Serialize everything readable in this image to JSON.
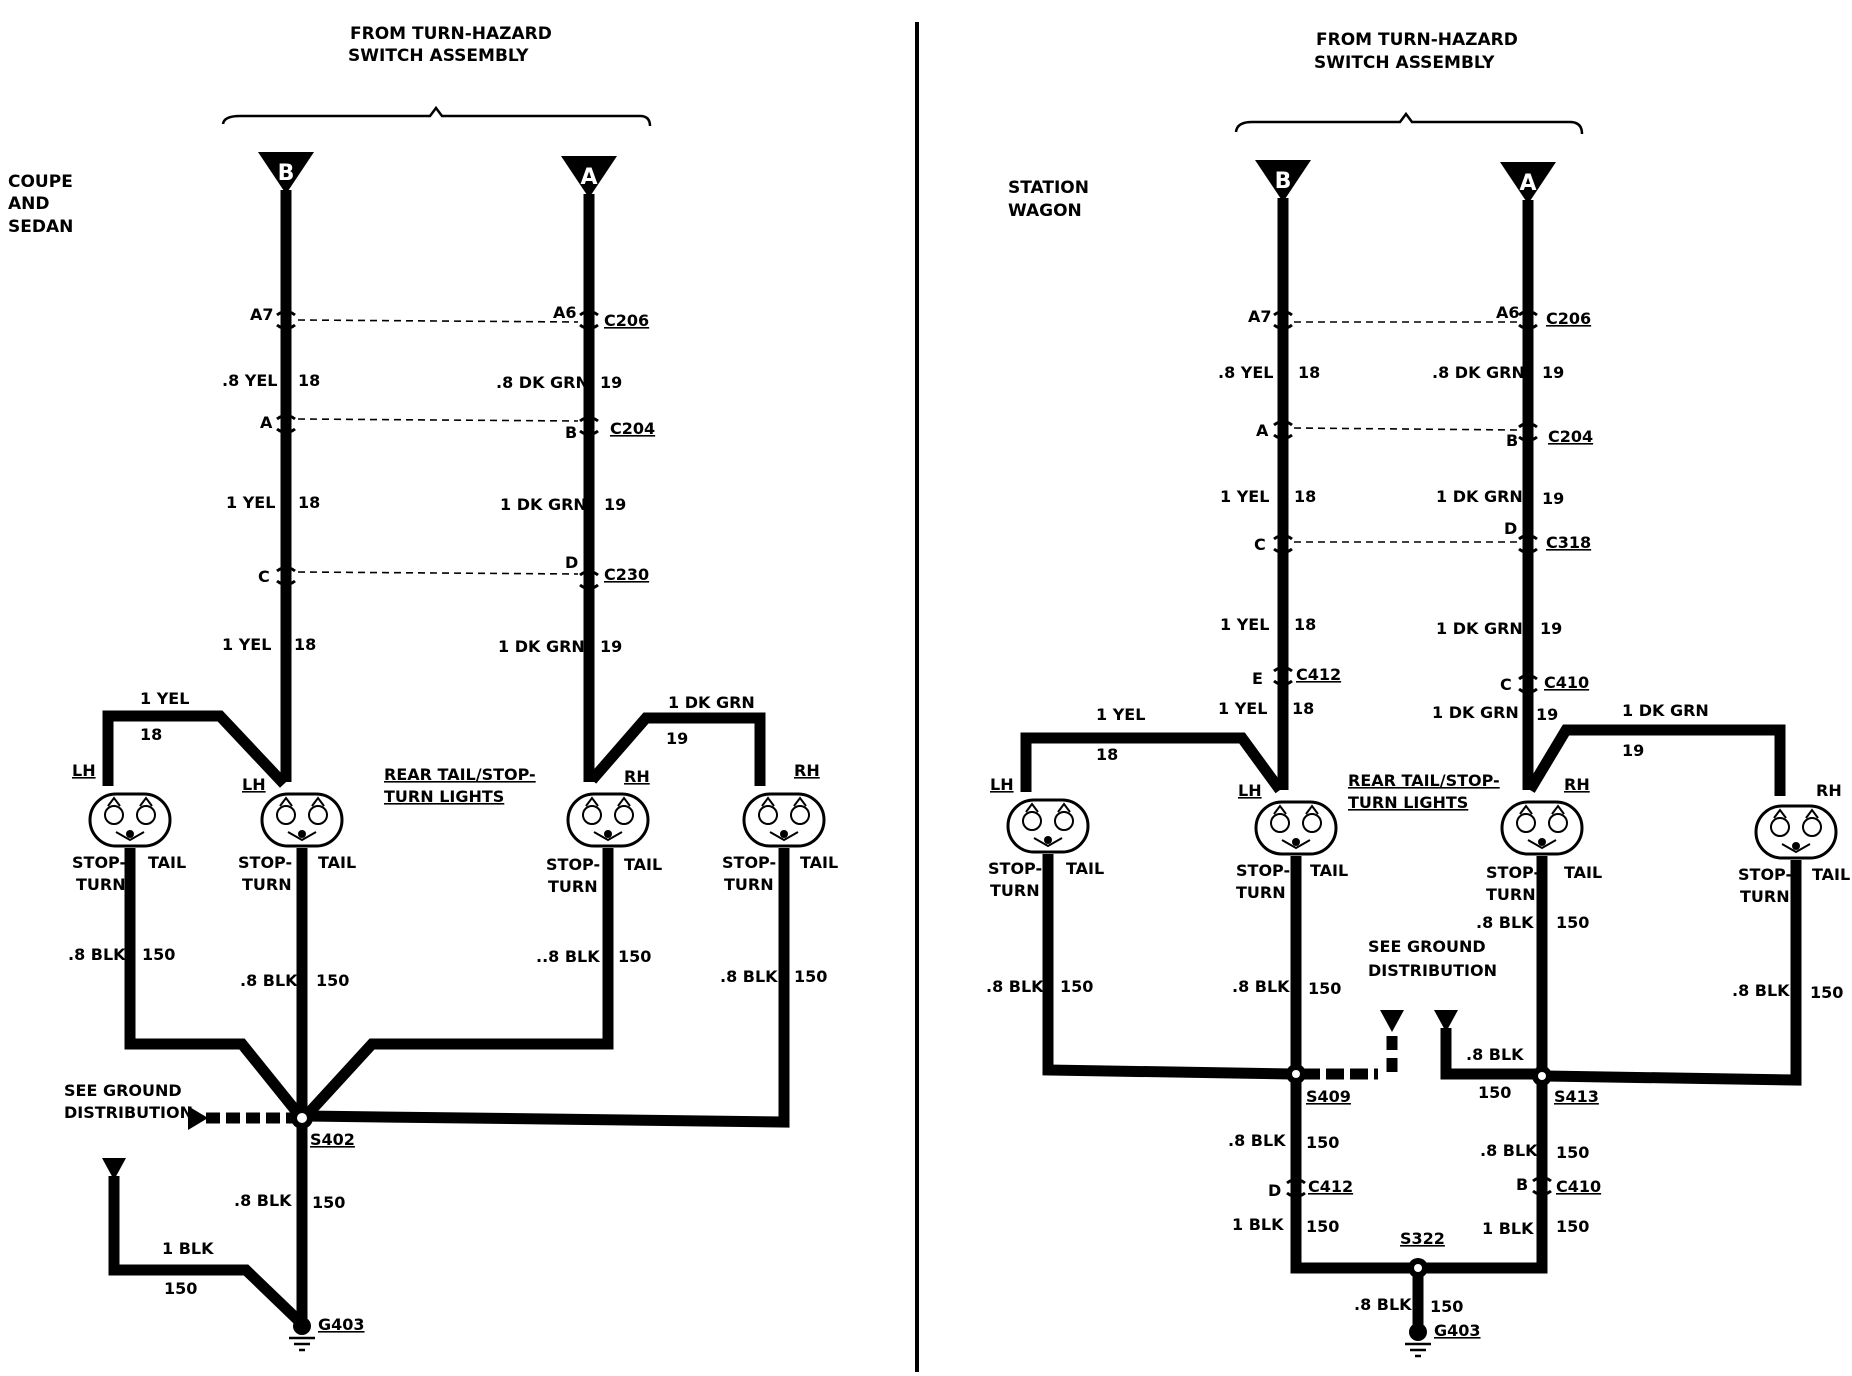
{
  "coupe": {
    "source_line1": "FROM TURN-HAZARD",
    "source_line2": "SWITCH ASSEMBLY",
    "body_line1": "COUPE",
    "body_line2": "AND",
    "body_line3": "SEDAN",
    "term_b": "B",
    "term_a": "A",
    "c206": "C206",
    "c204": "C204",
    "c230": "C230",
    "pin_a7": "A7",
    "pin_a6": "A6",
    "pin_a": "A",
    "pin_b": "B",
    "pin_c": "C",
    "pin_d": "D",
    "w_b1": ".8 YEL",
    "w_b1n": "18",
    "w_a1": ".8 DK GRN",
    "w_a1n": "19",
    "w_b2": "1 YEL",
    "w_b2n": "18",
    "w_a2": "1 DK GRN",
    "w_a2n": "19",
    "w_b3": "1 YEL",
    "w_b3n": "18",
    "w_a3": "1 DK GRN",
    "w_a3n": "19",
    "w_lh": "1 YEL",
    "w_lhn": "18",
    "w_rh": "1 DK GRN",
    "w_rhn": "19",
    "lamp_lh1": "LH",
    "lamp_lh2": "LH",
    "lamp_rh1": "RH",
    "lamp_rh2": "RH",
    "lamps_line1": "REAR TAIL/STOP-",
    "lamps_line2": "TURN LIGHTS",
    "stop1": "STOP-",
    "turn1": "TURN",
    "tail1": "TAIL",
    "stop2": "STOP-",
    "turn2": "TURN",
    "tail2": "TAIL",
    "stop3": "STOP-",
    "turn3": "TURN",
    "tail3": "TAIL",
    "stop4": "STOP-",
    "turn4": "TURN",
    "tail4": "TAIL",
    "g1": ".8 BLK",
    "g1n": "150",
    "g2": ".8 BLK",
    "g2n": "150",
    "g3": "..8 BLK",
    "g3n": "150",
    "g4": ".8 BLK",
    "g4n": "150",
    "ground_line1": "SEE GROUND",
    "ground_line2": "DISTRIBUTION",
    "s402": "S402",
    "g5": ".8 BLK",
    "g5n": "150",
    "g6": "1 BLK",
    "g6n": "150",
    "g403": "G403"
  },
  "wagon": {
    "source_line1": "FROM TURN-HAZARD",
    "source_line2": "SWITCH ASSEMBLY",
    "body_line1": "STATION",
    "body_line2": "WAGON",
    "term_b": "B",
    "term_a": "A",
    "c206": "C206",
    "c204": "C204",
    "c318": "C318",
    "c412": "C412",
    "c410": "C410",
    "pin_a7": "A7",
    "pin_a6": "A6",
    "pin_a": "A",
    "pin_b": "B",
    "pin_c": "C",
    "pin_d": "D",
    "pin_e": "E",
    "pin_c2": "C",
    "w_b1": ".8 YEL",
    "w_b1n": "18",
    "w_a1": ".8 DK GRN",
    "w_a1n": "19",
    "w_b2": "1 YEL",
    "w_b2n": "18",
    "w_a2": "1 DK GRN",
    "w_a2n": "19",
    "w_b3": "1 YEL",
    "w_b3n": "18",
    "w_a3": "1 DK GRN",
    "w_a3n": "19",
    "w_b4": "1 YEL",
    "w_b4n": "18",
    "w_a4": "1 DK GRN",
    "w_a4n": "19",
    "w_lh": "1 YEL",
    "w_lhn": "18",
    "w_rh": "1 DK GRN",
    "w_rhn": "19",
    "lamp_lh1": "LH",
    "lamp_lh2": "LH",
    "lamp_rh1": "RH",
    "lamp_rh2": "RH",
    "lamps_line1": "REAR TAIL/STOP-",
    "lamps_line2": "TURN LIGHTS",
    "stop1": "STOP-",
    "turn1": "TURN",
    "tail1": "TAIL",
    "stop2": "STOP-",
    "turn2": "TURN",
    "tail2": "TAIL",
    "stop3": "STOP-",
    "turn3": "TURN",
    "tail3": "TAIL",
    "stop4": "STOP-",
    "turn4": "TURN",
    "tail4": "TAIL",
    "g1": ".8 BLK",
    "g1n": "150",
    "g2": ".8 BLK",
    "g2n": "150",
    "g3": ".8 BLK",
    "g3n": "150",
    "g4": ".8 BLK",
    "g4n": "150",
    "g5": ".8 BLK",
    "g5n": "150",
    "ground_line1": "SEE GROUND",
    "ground_line2": "DISTRIBUTION",
    "s409": "S409",
    "s413": "S413",
    "g6": ".8 BLK",
    "g6n": "150",
    "g7": ".8 BLK",
    "g7n": "150",
    "pin_d2": "D",
    "pin_b2": "B",
    "c412b": "C412",
    "c410b": "C410",
    "g8": "1 BLK",
    "g8n": "150",
    "g9": "1 BLK",
    "g9n": "150",
    "s322": "S322",
    "g10": ".8 BLK",
    "g10n": "150",
    "g403": "G403"
  }
}
